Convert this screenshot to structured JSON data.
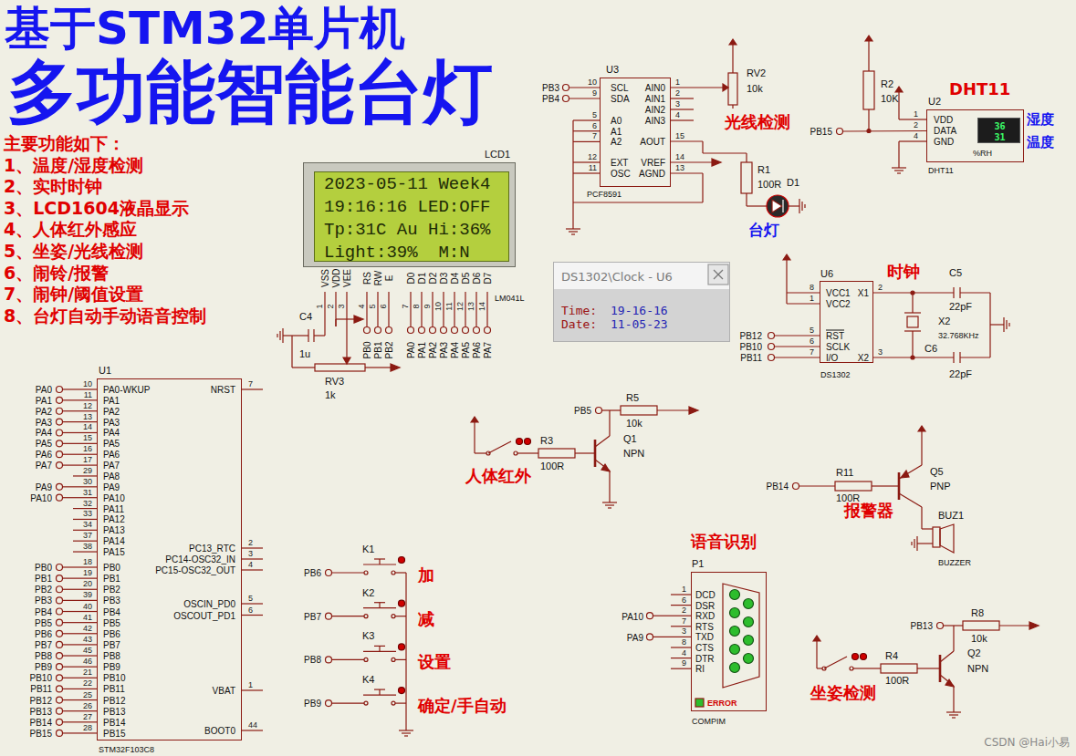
{
  "diagram": {
    "title": "基于STM32单片机",
    "nodes": [
      {
        "text": [
          "U3",
          "PCF8591"
        ]
      },
      {
        "text": [
          "U2",
          "DHT11"
        ]
      },
      {
        "text": [
          "36",
          "31"
        ],
        "in": 1
      },
      {
        "text": [
          "LCD1",
          "LM041L"
        ]
      },
      {
        "text": [
          "2023-05-11 Week4",
          "19:16:16 LED:OFF",
          "Tp:31C Au Hi:36%",
          "Light:39%  M:N"
        ],
        "in": 3
      },
      {
        "text": [
          "DS1302\\Clock - U6",
          "Time:",
          "19-16-16",
          "Date:",
          "11-05-23"
        ]
      },
      {
        "text": [
          "U6",
          "DS1302"
        ]
      },
      {
        "text": [
          "U1",
          "STM32F103C8"
        ]
      },
      {
        "text": [
          "P1",
          "COMPIM"
        ]
      }
    ],
    "labels": [
      "多功能智能台灯",
      "主要功能如下：",
      "1、温度/湿度检测",
      "2、实时时钟",
      "3、LCD1604液晶显示",
      "4、人体红外感应",
      "5、坐姿/光线检测",
      "6、闹铃/报警",
      "7、闹钟/阈值设置",
      "8、台灯自动手动语音控制",
      "VSS",
      "VDD",
      "VEE",
      "RS",
      "RW",
      "E",
      "D0",
      "D1",
      "D2",
      "D3",
      "D4",
      "D5",
      "D6",
      "D7",
      "1",
      "2",
      "3",
      "4",
      "5",
      "6",
      "7",
      "8",
      "9",
      "10",
      "11",
      "12",
      "13",
      "14",
      "PB0",
      "PB1",
      "PB2",
      "PA0",
      "PA1",
      "PA2",
      "PA3",
      "PA4",
      "PA5",
      "PA6",
      "PA7",
      "C4",
      "1u",
      "RV3",
      "1k",
      "PB3",
      "PB4",
      "SCL",
      "SDA",
      "A0",
      "A1",
      "A2",
      "EXT",
      "OSC",
      "10",
      "9",
      "5",
      "6",
      "7",
      "12",
      "11",
      "AIN0",
      "AIN1",
      "AIN2",
      "AIN3",
      "AOUT",
      "VREF",
      "AGND",
      "1",
      "2",
      "3",
      "4",
      "15",
      "14",
      "13",
      "RV2",
      "10k",
      "光线检测",
      "R1",
      "100R",
      "D1",
      "台灯",
      "R2",
      "10K",
      "DHT11",
      "VDD",
      "DATA",
      "GND",
      "1",
      "2",
      "4",
      "%RH",
      "湿度",
      "温度",
      "PB15",
      "VCC1",
      "VCC2",
      "RST",
      "SCLK",
      "I/O",
      "X1",
      "X2",
      "8",
      "1",
      "5",
      "6",
      "7",
      "2",
      "3",
      "时钟",
      "C5",
      "22pF",
      "X2",
      "32.768KHz",
      "C6",
      "22pF",
      "PB12",
      "PB10",
      "PB11",
      "PB5",
      "R5",
      "10k",
      "Q1",
      "NPN",
      "R3",
      "100R",
      "人体红外",
      "PB14",
      "R11",
      "100R",
      "Q5",
      "PNP",
      "报警器",
      "BUZ1",
      "BUZZER",
      "K1",
      "K2",
      "K3",
      "K4",
      "PB6",
      "PB7",
      "PB8",
      "PB9",
      "加",
      "减",
      "设置",
      "确定/手自动",
      "语音识别",
      "DCD",
      "DSR",
      "RXD",
      "RTS",
      "TXD",
      "CTS",
      "DTR",
      "RI",
      "1",
      "6",
      "2",
      "7",
      "3",
      "8",
      "4",
      "9",
      "ERROR",
      "PA10",
      "PA9",
      "PB13",
      "R8",
      "10k",
      "R4",
      "100R",
      "Q2",
      "NPN",
      "坐姿检测",
      "PA0-WKUP",
      "PA1",
      "PA2",
      "PA3",
      "PA4",
      "PA5",
      "PA6",
      "PA7",
      "PA8",
      "PA9",
      "PA10",
      "PA11",
      "PA12",
      "PA13",
      "PA14",
      "PA15",
      "PB0",
      "PB1",
      "PB2",
      "PB3",
      "PB4",
      "PB5",
      "PB6",
      "PB7",
      "PB8",
      "PB9",
      "PB10",
      "PB11",
      "PB12",
      "PB13",
      "PB14",
      "PB15",
      "10",
      "11",
      "12",
      "13",
      "14",
      "15",
      "16",
      "17",
      "29",
      "30",
      "31",
      "32",
      "33",
      "34",
      "37",
      "38",
      "18",
      "19",
      "20",
      "39",
      "40",
      "41",
      "42",
      "43",
      "45",
      "46",
      "21",
      "22",
      "25",
      "26",
      "27",
      "28",
      "PA0",
      "PA1",
      "PA2",
      "PA3",
      "PA4",
      "PA5",
      "PA6",
      "PA7",
      "PA9",
      "PA10",
      "PB0",
      "PB1",
      "PB2",
      "PB3",
      "PB4",
      "PB5",
      "PB6",
      "PB7",
      "PB8",
      "PB9",
      "PB10",
      "PB11",
      "PB12",
      "PB13",
      "PB14",
      "PB15",
      "NRST",
      "PC13_RTC",
      "PC14-OSC32_IN",
      "PC15-OSC32_OUT",
      "OSCIN_PD0",
      "OSCOUT_PD1",
      "VBAT",
      "BOOT0",
      "7",
      "2",
      "3",
      "4",
      "5",
      "6",
      "1",
      "44",
      "CSDN @Hai小易"
    ]
  }
}
